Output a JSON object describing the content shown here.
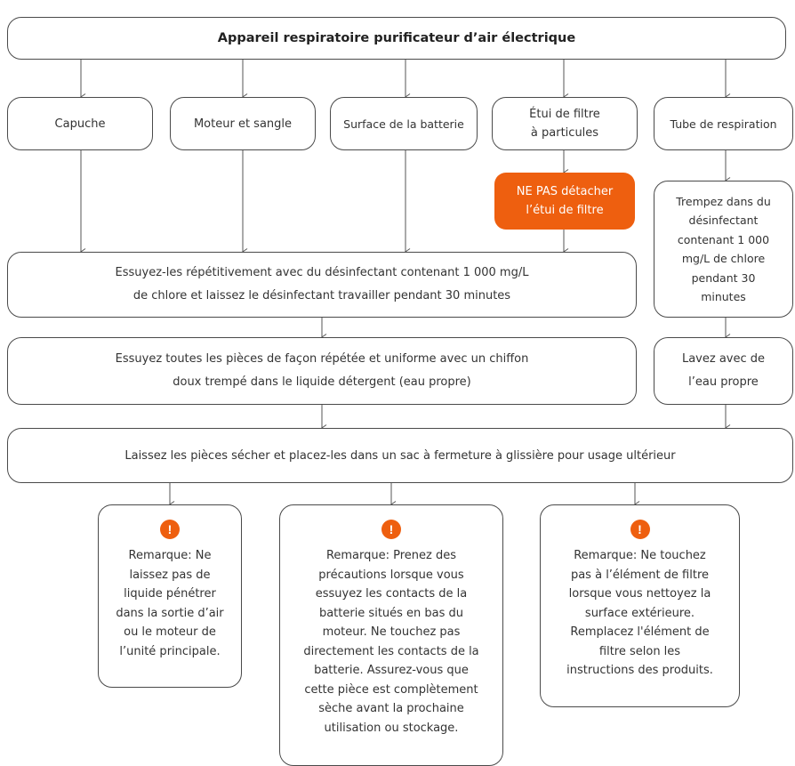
{
  "title": "Appareil respiratoire purificateur d’air électrique",
  "components": {
    "hood": "Capuche",
    "motor": "Moteur et sangle",
    "battery": "Surface de la batterie",
    "filter_case": "Étui de filtre\nà particules",
    "tube": "Tube de respiration"
  },
  "filter_warning": "NE PAS détacher\nl’étui de filtre",
  "tube_steps": {
    "soak": "Trempez dans du\ndésinfectant\ncontenant 1 000\nmg/L de chlore\npendant 30\nminutes",
    "wash": "Lavez avec de\nl’eau propre"
  },
  "main_steps": {
    "wipe_disinfect": "Essuyez-les répétitivement avec du désinfectant contenant 1 000 mg/L\nde chlore et laissez le désinfectant travailler pendant 30 minutes",
    "wipe_detergent": "Essuyez toutes les pièces de façon répétée et uniforme avec un chiffon\ndoux trempé dans le liquide détergent (eau propre)",
    "dry": "Laissez les pièces sécher et placez-les dans un sac à fermeture à glissière pour usage ultérieur"
  },
  "notes": [
    {
      "icon": "exclamation-icon",
      "text": "Remarque: Ne\nlaissez pas de\nliquide pénétrer\ndans la sortie d’air\nou le moteur de\nl’unité principale."
    },
    {
      "icon": "exclamation-icon",
      "text": "Remarque: Prenez des\nprécautions lorsque vous\nessuyez les contacts de la\nbatterie situés en bas du\nmoteur. Ne touchez pas\ndirectement les contacts de la\nbatterie. Assurez-vous que\ncette pièce est complètement\nsèche avant la prochaine\nutilisation ou stockage."
    },
    {
      "icon": "exclamation-icon",
      "text": "Remarque: Ne touchez\npas à l’élément de filtre\nlorsque vous nettoyez la\nsurface extérieure.\nRemplacez l'élément de\nfiltre selon les\ninstructions des produits."
    }
  ],
  "warning_icon_glyph": "!",
  "colors": {
    "accent": "#ee5f0f",
    "border": "#4a4a4a",
    "text": "#333333"
  }
}
